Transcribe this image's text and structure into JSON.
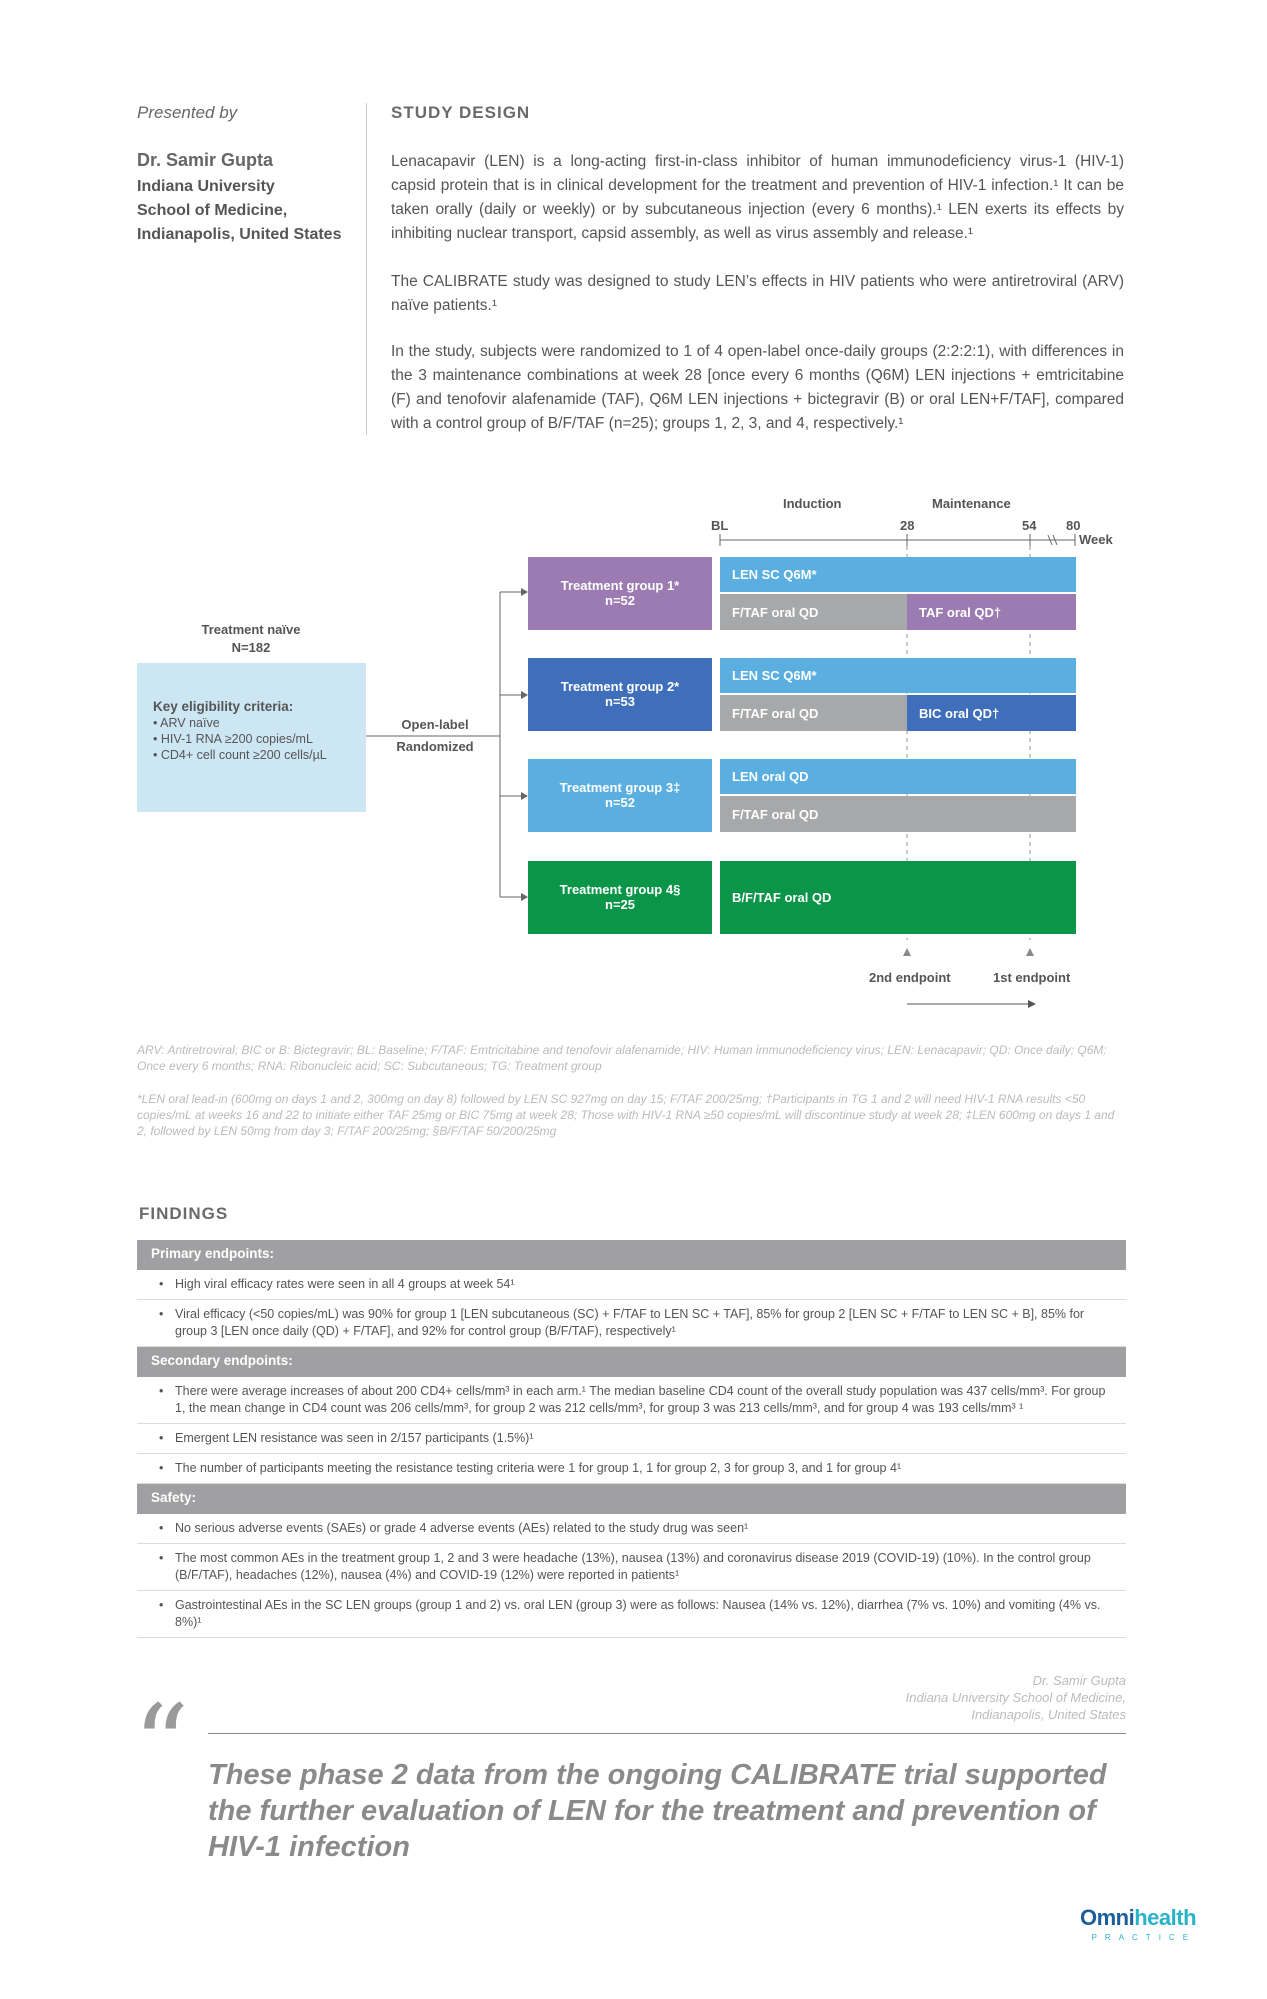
{
  "header": {
    "presented_by": "Presented by",
    "presenter_name": "Dr. Samir Gupta",
    "presenter_affiliation": [
      "Indiana University",
      "School of Medicine,",
      "Indianapolis, United States"
    ]
  },
  "study_design": {
    "title": "STUDY DESIGN",
    "paragraphs": [
      "Lenacapavir (LEN) is a long-acting first-in-class inhibitor of human immunodeficiency virus-1 (HIV-1) capsid protein that is in clinical development for the treatment and prevention of HIV-1 infection.¹ It can be taken orally (daily or weekly) or by subcutaneous injection (every 6 months).¹ LEN exerts its effects by inhibiting nuclear transport, capsid assembly, as well as virus assembly and release.¹",
      "The CALIBRATE study was designed to study LEN’s effects in HIV patients who were antiretroviral (ARV) naïve patients.¹",
      "In the study, subjects were randomized to 1 of 4 open-label once-daily groups (2:2:2:1), with differences in the 3 maintenance combinations at week 28 [once every 6 months (Q6M) LEN injections + emtricitabine (F) and tenofovir alafenamide (TAF), Q6M LEN injections + bictegravir (B) or oral LEN+F/TAF], compared with a control group of B/F/TAF (n=25); groups 1, 2, 3, and 4, respectively.¹"
    ]
  },
  "diagram": {
    "phase_induction": "Induction",
    "phase_maintenance": "Maintenance",
    "timeline": {
      "bl": "BL",
      "w28": "28",
      "w54": "54",
      "w80": "80",
      "unit": "Week"
    },
    "population_title": "Treatment naïve",
    "population_n": "N=182",
    "criteria_title": "Key eligibility criteria:",
    "criteria": [
      "• ARV naïve",
      "• HIV-1 RNA ≥200 copies/mL",
      "• CD4+ cell count ≥200 cells/µL"
    ],
    "randomization": [
      "Open-label",
      "Randomized"
    ],
    "groups": [
      {
        "name": "Treatment group 1*",
        "n": "n=52"
      },
      {
        "name": "Treatment group 2*",
        "n": "n=53"
      },
      {
        "name": "Treatment group 3‡",
        "n": "n=52"
      },
      {
        "name": "Treatment group 4§",
        "n": "n=25"
      }
    ],
    "bars": {
      "g1_top": "LEN SC Q6M*",
      "g1_bottom_left": "F/TAF oral QD",
      "g1_bottom_right": "TAF oral QD†",
      "g2_top": "LEN SC Q6M*",
      "g2_bottom_left": "F/TAF oral QD",
      "g2_bottom_right": "BIC oral QD†",
      "g3_top": "LEN oral QD",
      "g3_bottom": "F/TAF oral QD",
      "g4": "B/F/TAF oral QD"
    },
    "endpoint_2": "2nd endpoint",
    "endpoint_1": "1st endpoint",
    "colors": {
      "group1": "#9b7bb1",
      "group2": "#3f6fbb",
      "group3": "#5aafe0",
      "group4": "#0b9548",
      "shared": "#a7a8aa",
      "criteria_box": "#cde6f3"
    }
  },
  "footnotes": {
    "abbreviations": "ARV: Antiretroviral; BIC or B: Bictegravir; BL: Baseline; F/TAF: Emtricitabine and tenofovir alafenamide; HIV: Human immunodeficiency virus; LEN: Lenacapavir; QD: Once daily; Q6M: Once every 6 months; RNA: Ribonucleic acid; SC: Subcutaneous; TG: Treatment group",
    "notes": "*LEN oral lead-in (600mg on days 1 and 2, 300mg on day 8) followed by LEN SC 927mg on day 15; F/TAF 200/25mg; †Participants in TG 1 and 2 will need HIV-1 RNA results <50 copies/mL at weeks 16 and 22 to initiate either TAF 25mg or BIC 75mg at week 28; Those with HIV-1 RNA ≥50 copies/mL will discontinue study at week 28; ‡LEN 600mg on days 1 and 2, followed by LEN 50mg from day 3; F/TAF 200/25mg; §B/F/TAF 50/200/25mg"
  },
  "findings": {
    "title": "FINDINGS",
    "sections": [
      {
        "heading": "Primary endpoints:",
        "items": [
          "High viral efficacy rates were seen in all 4 groups at week 54¹",
          "Viral efficacy (<50 copies/mL) was 90% for group 1 [LEN subcutaneous (SC) + F/TAF to LEN SC + TAF], 85% for group 2 [LEN SC + F/TAF to LEN SC + B], 85% for group 3 [LEN once daily (QD) + F/TAF], and 92% for control group (B/F/TAF), respectively¹"
        ]
      },
      {
        "heading": "Secondary endpoints:",
        "items": [
          "There were average increases of about 200 CD4+ cells/mm³ in each arm.¹ The median baseline CD4 count of the overall study population was 437 cells/mm³. For group 1, the mean change in CD4 count was 206 cells/mm³, for group 2 was 212 cells/mm³, for group 3 was 213 cells/mm³, and for group 4 was 193 cells/mm³ ¹",
          "Emergent LEN resistance was seen in 2/157 participants (1.5%)¹",
          "The number of participants meeting the resistance testing criteria were 1 for group 1, 1 for group 2, 3 for group 3, and 1 for group 4¹"
        ]
      },
      {
        "heading": "Safety:",
        "items": [
          "No serious adverse events (SAEs) or grade 4 adverse events (AEs) related to the study drug was seen¹",
          "The most common AEs in the treatment group 1, 2 and 3 were headache (13%), nausea (13%) and coronavirus disease 2019 (COVID-19) (10%). In the control group (B/F/TAF), headaches (12%), nausea (4%) and COVID-19 (12%) were reported in patients¹",
          "Gastrointestinal AEs in the SC LEN groups (group 1 and 2) vs. oral LEN (group 3) were as follows: Nausea (14% vs. 12%), diarrhea (7% vs. 10%) and vomiting (4% vs. 8%)¹"
        ]
      }
    ]
  },
  "signature": [
    "Dr. Samir Gupta",
    "Indiana University School of Medicine,",
    "Indianapolis, United States"
  ],
  "quote": {
    "mark": "“",
    "text": "These phase 2 data from the ongoing CALIBRATE trial supported the further evaluation of LEN for the treatment and prevention of HIV-1 infection"
  },
  "logo": {
    "part1": "Omni",
    "part2": "health",
    "sub": "PRACTICE"
  }
}
